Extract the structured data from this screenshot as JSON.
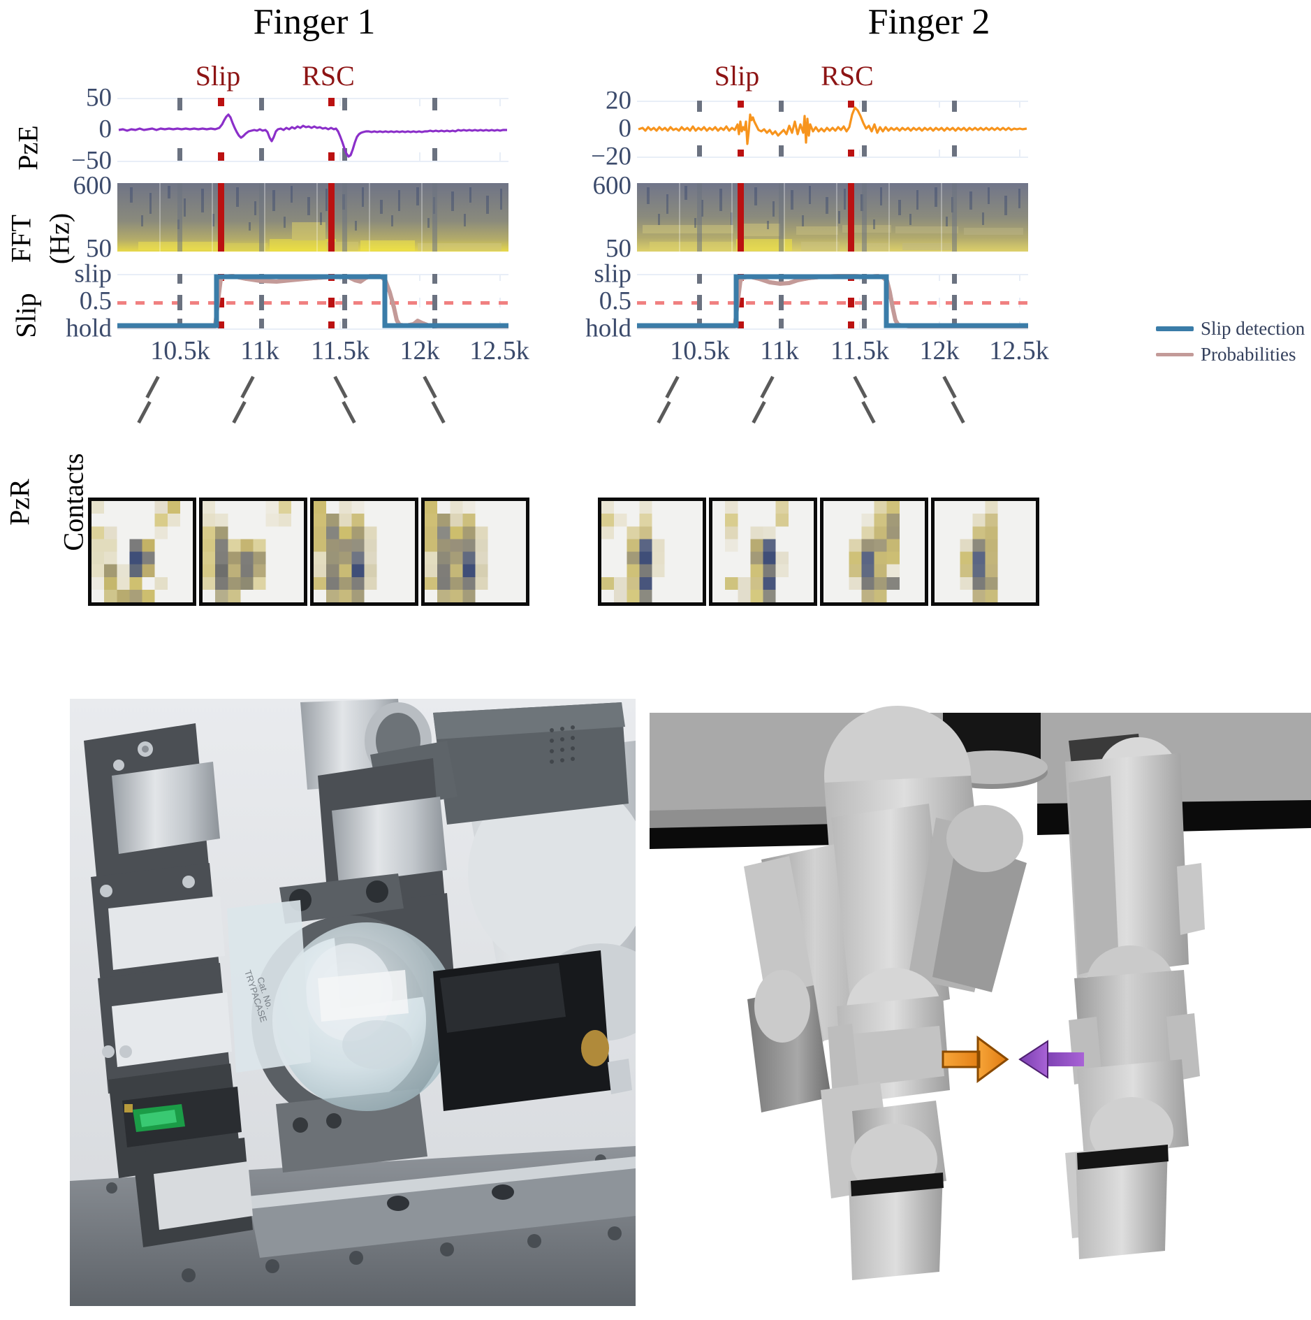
{
  "figure": {
    "panels": [
      {
        "id": "finger1",
        "title": "Finger 1",
        "signal_color": "#8b2fc9"
      },
      {
        "id": "finger2",
        "title": "Finger 2",
        "signal_color": "#f7941d"
      }
    ],
    "row_labels": {
      "pze": "PzE",
      "fft": "FFT",
      "fft_unit": "(Hz)",
      "slip": "Slip",
      "pzr": "PzR",
      "contacts": "Contacts"
    },
    "event_labels": {
      "slip": "Slip",
      "rsc": "RSC"
    },
    "colors": {
      "event_red": "#bb1111",
      "event_label": "#8d1414",
      "grey_dash": "#6b7280",
      "threshold": "#f08080",
      "slip_detection": "#3a7ca8",
      "probabilities": "#c39a98",
      "tick_text": "#3b4a6b",
      "finger1_signal": "#8b2fc9",
      "finger2_signal": "#f7941d",
      "spectrogram_low": "#8b8b76",
      "spectrogram_high": "#f5e03c",
      "spectrogram_dark": "#4a5a7a"
    },
    "legend": {
      "items": [
        {
          "label": "Slip detection",
          "color": "#3a7ca8"
        },
        {
          "label": "Probabilities",
          "color": "#c39a98"
        }
      ]
    }
  },
  "chart_data": [
    {
      "type": "line",
      "id": "finger1-pze",
      "title": "Finger 1 PzE",
      "ylabel": "PzE",
      "yticks": [
        "50",
        "0",
        "−50"
      ],
      "ylim": [
        -60,
        60
      ],
      "xlim": [
        10300,
        12750
      ],
      "grid": true,
      "annotations": [
        {
          "label": "Slip",
          "x": 10930
        },
        {
          "label": "RSC",
          "x": 11620
        }
      ],
      "grey_markers_x": [
        10670,
        11180,
        11700,
        12270
      ],
      "series": [
        {
          "name": "PzE",
          "color": "#8b2fc9"
        }
      ]
    },
    {
      "type": "heatmap",
      "id": "finger1-fft",
      "title": "Finger 1 FFT spectrogram",
      "ylabel": "FFT (Hz)",
      "yticks": [
        "600",
        "50"
      ],
      "ylim": [
        50,
        600
      ],
      "xlim": [
        10300,
        12750
      ]
    },
    {
      "type": "line",
      "id": "finger1-slip",
      "title": "Finger 1 slip detection",
      "ylabel": "Slip",
      "yticks": [
        "slip",
        "0.5",
        "hold"
      ],
      "ylim": [
        0,
        1
      ],
      "xlim": [
        10300,
        12750
      ],
      "xticks": [
        "10.5k",
        "11k",
        "11.5k",
        "12k",
        "12.5k"
      ],
      "xtick_values": [
        10500,
        11000,
        11500,
        12000,
        12500
      ],
      "threshold": 0.5,
      "series": [
        {
          "name": "Slip detection",
          "color": "#3a7ca8",
          "rise_x": 10930,
          "fall_x": 11870
        },
        {
          "name": "Probabilities",
          "color": "#c39a98",
          "rise_x": 10930,
          "fall_x": 11880
        }
      ]
    },
    {
      "type": "line",
      "id": "finger2-pze",
      "title": "Finger 2 PzE",
      "ylabel": "PzE",
      "yticks": [
        "20",
        "0",
        "−20"
      ],
      "ylim": [
        -32,
        32
      ],
      "xlim": [
        10300,
        12750
      ],
      "grid": true,
      "annotations": [
        {
          "label": "Slip",
          "x": 10930
        },
        {
          "label": "RSC",
          "x": 11620
        }
      ],
      "grey_markers_x": [
        10670,
        11180,
        11700,
        12270
      ],
      "series": [
        {
          "name": "PzE",
          "color": "#f7941d"
        }
      ]
    },
    {
      "type": "heatmap",
      "id": "finger2-fft",
      "title": "Finger 2 FFT spectrogram",
      "ylabel": "FFT (Hz)",
      "yticks": [
        "600",
        "50"
      ],
      "ylim": [
        50,
        600
      ],
      "xlim": [
        10300,
        12750
      ]
    },
    {
      "type": "line",
      "id": "finger2-slip",
      "title": "Finger 2 slip detection",
      "ylabel": "Slip",
      "yticks": [
        "slip",
        "0.5",
        "hold"
      ],
      "ylim": [
        0,
        1
      ],
      "xlim": [
        10300,
        12750
      ],
      "xticks": [
        "10.5k",
        "11k",
        "11.5k",
        "12k",
        "12.5k"
      ],
      "xtick_values": [
        10500,
        11000,
        11500,
        12000,
        12500
      ],
      "threshold": 0.5,
      "series": [
        {
          "name": "Slip detection",
          "color": "#3a7ca8",
          "rise_x": 10930,
          "fall_x": 11790
        },
        {
          "name": "Probabilities",
          "color": "#c39a98",
          "rise_x": 10930,
          "fall_x": 11800
        }
      ]
    }
  ],
  "contacts": {
    "label": "PzR Contacts",
    "finger1": [
      {
        "id": "f1-c1",
        "t": 10670
      },
      {
        "id": "f1-c2",
        "t": 11180
      },
      {
        "id": "f1-c3",
        "t": 11700
      },
      {
        "id": "f1-c4",
        "t": 12270
      }
    ],
    "finger2": [
      {
        "id": "f2-c1",
        "t": 10670
      },
      {
        "id": "f2-c2",
        "t": 11180
      },
      {
        "id": "f2-c3",
        "t": 11700
      },
      {
        "id": "f2-c4",
        "t": 12270
      }
    ]
  },
  "bottom": {
    "left": {
      "caption": "",
      "kind": "photograph-robot-gripper-holding-glass"
    },
    "right": {
      "caption": "",
      "kind": "cad-render-two-fingers",
      "arrows": [
        {
          "name": "finger1-force-arrow",
          "color": "#f7941d",
          "direction": "right"
        },
        {
          "name": "finger2-force-arrow",
          "color": "#8b2fc9",
          "direction": "left"
        }
      ]
    }
  }
}
